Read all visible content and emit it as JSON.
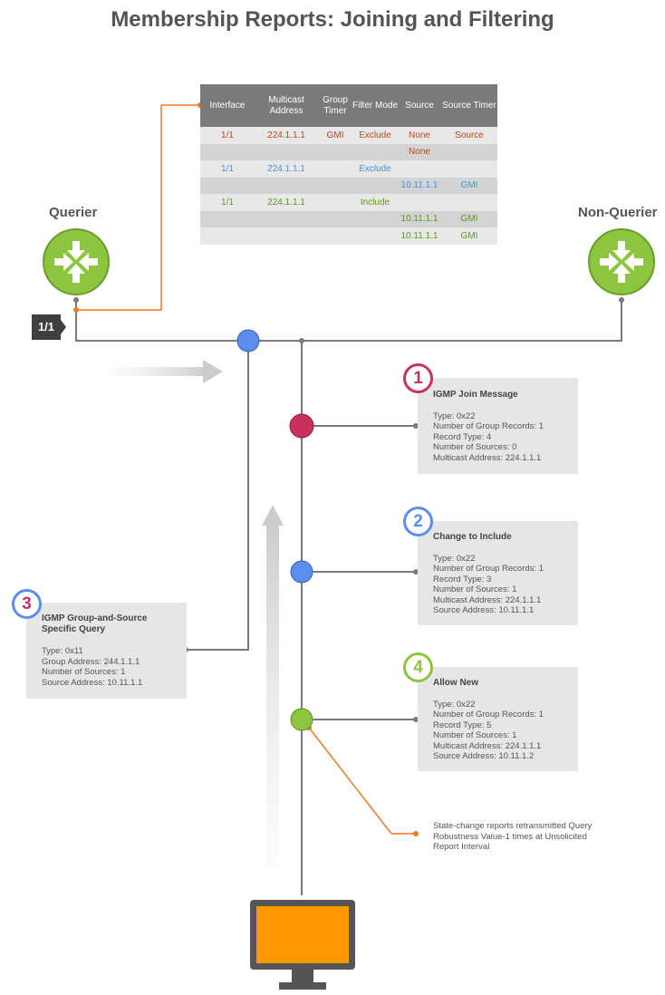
{
  "title": "Membership Reports: Joining and Filtering",
  "querier_label": "Querier",
  "non_querier_label": "Non-Querier",
  "port_label": "1/1",
  "table": {
    "headers": [
      "Interface",
      "Multicast Address",
      "Group Timer",
      "Filter Mode",
      "Source",
      "Source Timer"
    ],
    "rows": [
      {
        "cells": [
          "1/1",
          "224.1.1.1",
          "GMI",
          "Exclude",
          "None",
          "Source"
        ],
        "color": "red"
      },
      {
        "cells": [
          "",
          "",
          "",
          "",
          "None",
          ""
        ],
        "color": "red"
      },
      {
        "cells": [
          "1/1",
          "224.1.1.1",
          "",
          "Exclude",
          "",
          ""
        ],
        "color": "blue"
      },
      {
        "cells": [
          "",
          "",
          "",
          "",
          "10.11.1.1",
          "GMI"
        ],
        "color": "blue"
      },
      {
        "cells": [
          "1/1",
          "224.1.1.1",
          "",
          "Include",
          "",
          ""
        ],
        "color": "green"
      },
      {
        "cells": [
          "",
          "",
          "",
          "",
          "10.11.1.1",
          "GMI"
        ],
        "color": "green"
      },
      {
        "cells": [
          "",
          "",
          "",
          "",
          "10.11.1.1",
          "GMI"
        ],
        "color": "green"
      }
    ]
  },
  "messages": [
    {
      "number": "1",
      "title": "IGMP Join Message",
      "lines": [
        "Type: 0x22",
        "Number of Group Records: 1",
        "Record Type: 4",
        "Number of Sources: 0",
        "Multicast Address:  224.1.1.1"
      ],
      "color": "#c8325a"
    },
    {
      "number": "2",
      "title": "Change to Include",
      "lines": [
        "Type: 0x22",
        "Number of Group Records: 1",
        "Record Type: 3",
        "Number of Sources: 1",
        "Multicast Address:  224.1.1.1",
        "Source Address: 10.11.1.1"
      ],
      "color": "#5b8def"
    },
    {
      "number": "4",
      "title": "Allow New",
      "lines": [
        "Type: 0x22",
        "Number of Group Records: 1",
        "Record Type: 5",
        "Number of Sources: 1",
        "Multicast Address:  224.1.1.1",
        "Source Address: 10.11.1.2"
      ],
      "color": "#8cc63f"
    },
    {
      "number": "3",
      "title": "IGMP Group-and-Source Specific Query",
      "lines": [
        "Type: 0x11",
        "Group Address: 244.1.1.1",
        "Number of Sources: 1",
        "Source Address: 10.11.1.1"
      ],
      "color": "#c8325a"
    }
  ],
  "note": "State-change reports retransmitted Query Robustness Value-1 times at Unsolicited Report Interval",
  "colors": {
    "router": "#8cc63f",
    "orange": "#f07a22",
    "monitor": "#ff9900",
    "line": "#7a7a7a"
  }
}
